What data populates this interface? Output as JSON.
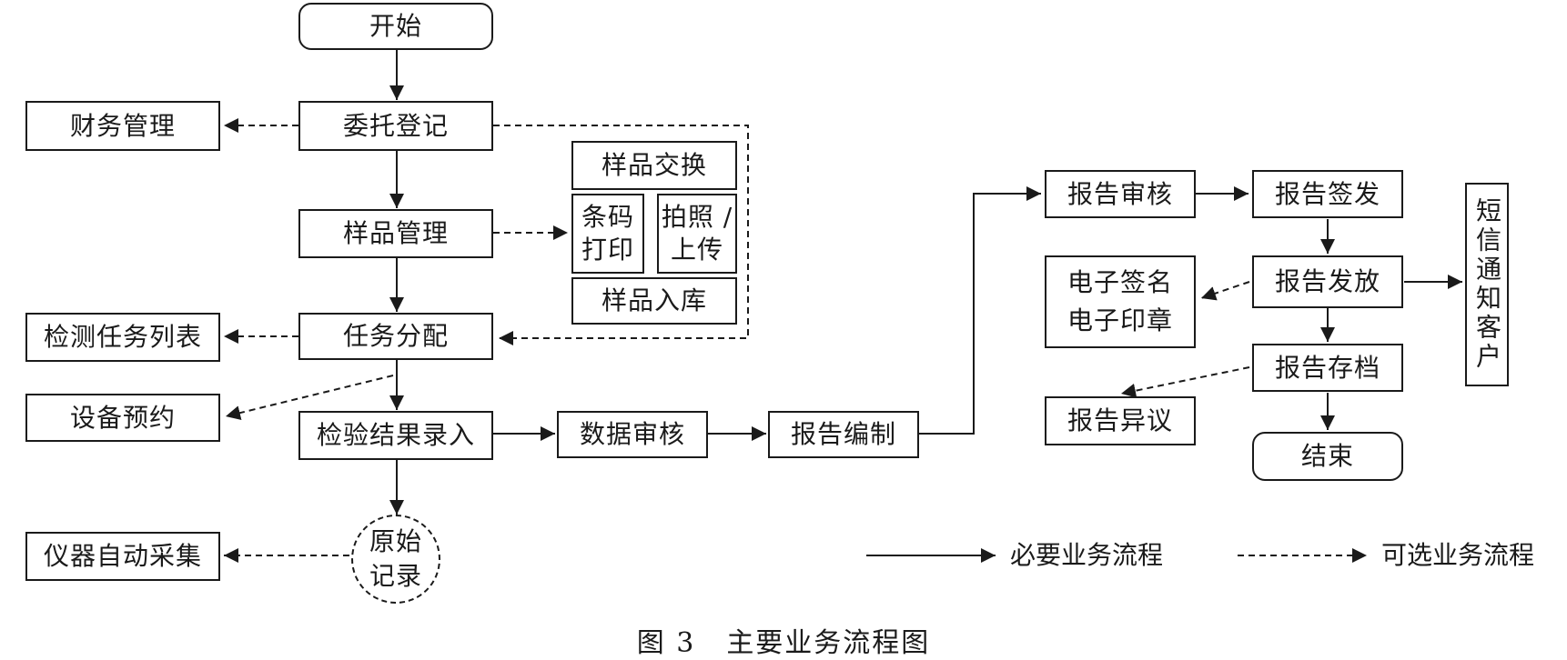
{
  "nodes": {
    "start": "开始",
    "entrust_register": "委托登记",
    "finance": "财务管理",
    "sample_management": "样品管理",
    "sample_exchange": "样品交换",
    "barcode_print": "条码\n打印",
    "photo_upload": "拍照 /\n上传",
    "sample_storage": "样品入库",
    "task_assignment": "任务分配",
    "task_list": "检测任务列表",
    "equipment_booking": "设备预约",
    "result_entry": "检验结果录入",
    "data_review": "数据审核",
    "report_compile": "报告编制",
    "raw_record": "原始\n记录",
    "instrument_capture": "仪器自动采集",
    "report_review": "报告审核",
    "report_sign": "报告签发",
    "sms_notify": "短信通知客户",
    "e_signature": "电子签名\n电子印章",
    "report_issue": "报告发放",
    "report_archive": "报告存档",
    "report_objection": "报告异议",
    "end": "结束"
  },
  "legend": {
    "required": "必要业务流程",
    "optional": "可选业务流程"
  },
  "caption": {
    "number": "图 3",
    "title": "主要业务流程图"
  }
}
